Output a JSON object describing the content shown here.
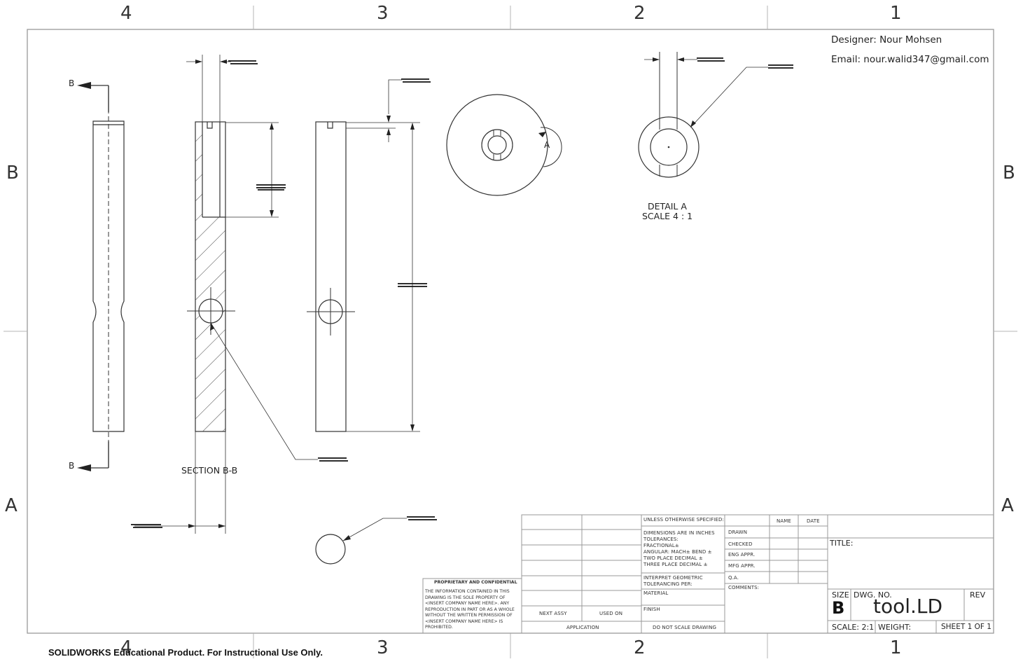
{
  "zones": {
    "columns": [
      "4",
      "3",
      "2",
      "1"
    ],
    "rows": [
      "B",
      "A"
    ]
  },
  "designer": {
    "name_line": "Designer: Nour Mohsen",
    "email_line": "Email: nour.walid347@gmail.com"
  },
  "views": {
    "section_label": "SECTION B-B",
    "cut_letter": "B",
    "detail_letter": "A",
    "detail_title": "DETAIL A",
    "detail_scale": "SCALE 4 : 1"
  },
  "title_block": {
    "unless": "UNLESS OTHERWISE SPECIFIED:",
    "name_col": "NAME",
    "date_col": "DATE",
    "dims_lines": [
      "DIMENSIONS ARE IN INCHES",
      "TOLERANCES:",
      "FRACTIONAL±",
      "ANGULAR: MACH±    BEND ±",
      "TWO PLACE DECIMAL    ±",
      "THREE PLACE DECIMAL  ±"
    ],
    "interpret_lines": [
      "INTERPRET GEOMETRIC",
      "TOLERANCING PER:"
    ],
    "material": "MATERIAL",
    "finish": "FINISH",
    "do_not_scale": "DO NOT SCALE DRAWING",
    "drawn": "DRAWN",
    "checked": "CHECKED",
    "eng_appr": "ENG APPR.",
    "mfg_appr": "MFG APPR.",
    "qa": "Q.A.",
    "comments": "COMMENTS:",
    "next_assy": "NEXT ASSY",
    "used_on": "USED ON",
    "application": "APPLICATION",
    "title_label": "TITLE:",
    "size_label": "SIZE",
    "size_value": "B",
    "dwg_no_label": "DWG.  NO.",
    "dwg_no": "tool.LD",
    "rev_label": "REV",
    "scale": "SCALE: 2:1",
    "weight": "WEIGHT:",
    "sheet": "SHEET 1 OF 1",
    "proprietary_title": "PROPRIETARY AND CONFIDENTIAL",
    "proprietary_lines": [
      "THE INFORMATION CONTAINED IN THIS",
      "DRAWING IS THE SOLE PROPERTY OF",
      "<INSERT COMPANY NAME HERE>.  ANY",
      "REPRODUCTION IN PART OR AS A WHOLE",
      "WITHOUT THE WRITTEN PERMISSION OF",
      "<INSERT COMPANY NAME HERE> IS",
      "PROHIBITED."
    ]
  },
  "footer": {
    "watermark": "SOLIDWORKS Educational Product. For Instructional Use Only."
  },
  "colors": {
    "line": "#333333",
    "border": "#999999"
  }
}
